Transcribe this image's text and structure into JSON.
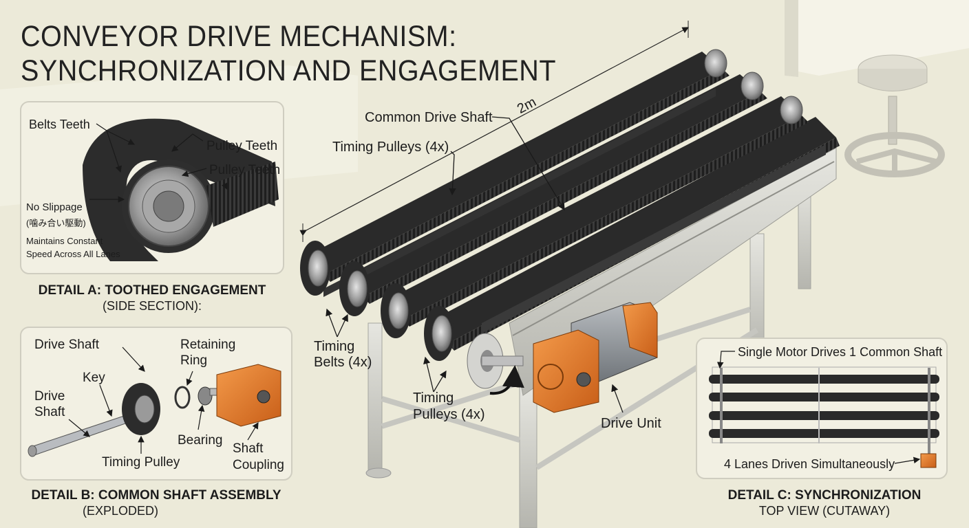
{
  "title": {
    "line1": "CONVEYOR DRIVE MECHANISM:",
    "line2": "SYNCHRONIZATION AND ENGAGEMENT"
  },
  "main": {
    "dimension": "2m",
    "common_drive_shaft": "Common Drive Shaft",
    "timing_pulleys_top": "Timing Pulleys (4x)",
    "timing_belts_1": "Timing",
    "timing_belts_2": "Belts (4x)",
    "timing_pulleys_bottom_1": "Timing",
    "timing_pulleys_bottom_2": "Pulleys (4x)",
    "drive_unit": "Drive Unit"
  },
  "detail_a": {
    "belts_teeth": "Belts Teeth",
    "pulley_teeth_1": "Pulley Teeth",
    "pulley_teeth_2": "Pulley Teeth",
    "no_slippage": "No Slippage",
    "japanese_note": "(噛み合い駆動)",
    "maintains_1": "Maintains Constant",
    "maintains_2": "Speed Across All Lanes",
    "caption_1": "DETAIL A: TOOTHED ENGAGEMENT",
    "caption_2": "(SIDE SECTION):"
  },
  "detail_b": {
    "drive_shaft_top": "Drive Shaft",
    "retaining_1": "Retaining",
    "retaining_2": "Ring",
    "key": "Key",
    "drive_shaft_left_1": "Drive",
    "drive_shaft_left_2": "Shaft",
    "bearing": "Bearing",
    "shaft_coupling_1": "Shaft",
    "shaft_coupling_2": "Coupling",
    "timing_pulley": "Timing Pulley",
    "caption_1": "DETAIL B: COMMON SHAFT ASSEMBLY",
    "caption_2": "(EXPLODED)"
  },
  "detail_c": {
    "single_motor": "Single Motor Drives 1 Common Shaft",
    "four_lanes": "4 Lanes Driven Simultaneously",
    "caption_1": "DETAIL C: SYNCHRONIZATION",
    "caption_2": "TOP VIEW (CUTAWAY)"
  },
  "colors": {
    "background": "#ecead9",
    "belt": "#2a2a2a",
    "motor_orange": "#e07a2c",
    "frame_aluminum": "#c9c9c2"
  }
}
